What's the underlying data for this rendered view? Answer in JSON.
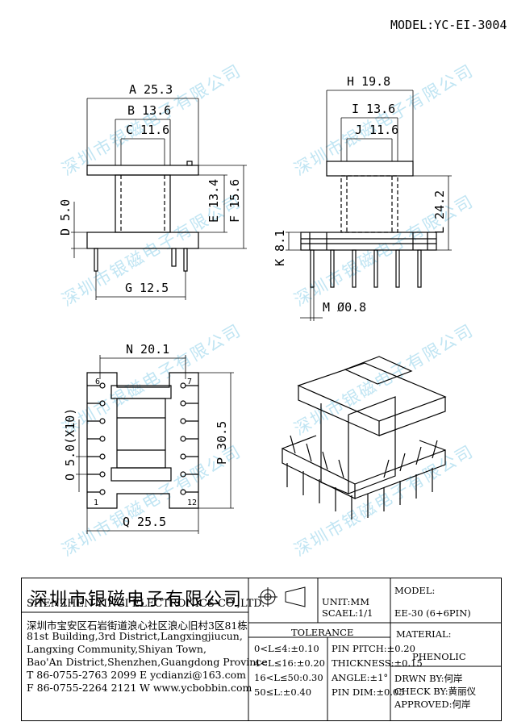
{
  "model_label": "MODEL:YC-EI-3004",
  "dims": {
    "A": "A 25.3",
    "B": "B 13.6",
    "C": "C 11.6",
    "D": "D 5.0",
    "E": "E 13.4",
    "F": "F 15.6",
    "G": "G 12.5",
    "H": "H 19.8",
    "I": "I 13.6",
    "J": "J 11.6",
    "K": "K 8.1",
    "L": "L 24.2",
    "M": "M Ø0.8",
    "N": "N 20.1",
    "O": "O 5.0(X10)",
    "P": "P 30.5",
    "Q": "Q 25.5"
  },
  "pins": {
    "p6": "6",
    "p7": "7",
    "p1": "1",
    "p12": "12"
  },
  "watermark": "深圳市银磁电子有限公司",
  "title_block": {
    "company_cn": "深圳市银磁电子有限公司",
    "company_en": "SHENZHEN YINCI ELECTRONICS CO.,LTD.",
    "address_cn": "深圳市宝安区石岩街道浪心社区浪心旧村3区81栋",
    "address_en": [
      "81st Building,3rd District,Langxingjiucun,",
      "Langxing Community,Shiyan Town,",
      "Bao'An District,Shenzhen,Guangdong Province"
    ],
    "tel": "T 86-0755-2763 2099",
    "email": "E ycdianzi@163.com",
    "fax": "F 86-0755-2264 2121",
    "web": "W www.ycbobbin.com",
    "unit": "UNIT:MM",
    "scale": "SCAEL:1/1",
    "model_hdr": "MODEL:",
    "model_val": "EE-30 (6+6PIN)",
    "tolerance_hdr": "TOLERANCE",
    "tol": [
      "0<L≤4:±0.10",
      "4<L≤16:±0.20",
      "16<L≤50:0.30",
      "50≤L:±0.40"
    ],
    "tol2": [
      "PIN PITCH:±0.20",
      "THICKNESS:±0.15",
      "ANGLE:±1°",
      "PIN DIM:±0.05"
    ],
    "material_hdr": "MATERIAL:",
    "material_val": "PHENOLIC",
    "drawn": "DRWN BY:何岸",
    "check": "CHECK BY:黄丽仪",
    "approved": "APPROVED:何岸"
  }
}
